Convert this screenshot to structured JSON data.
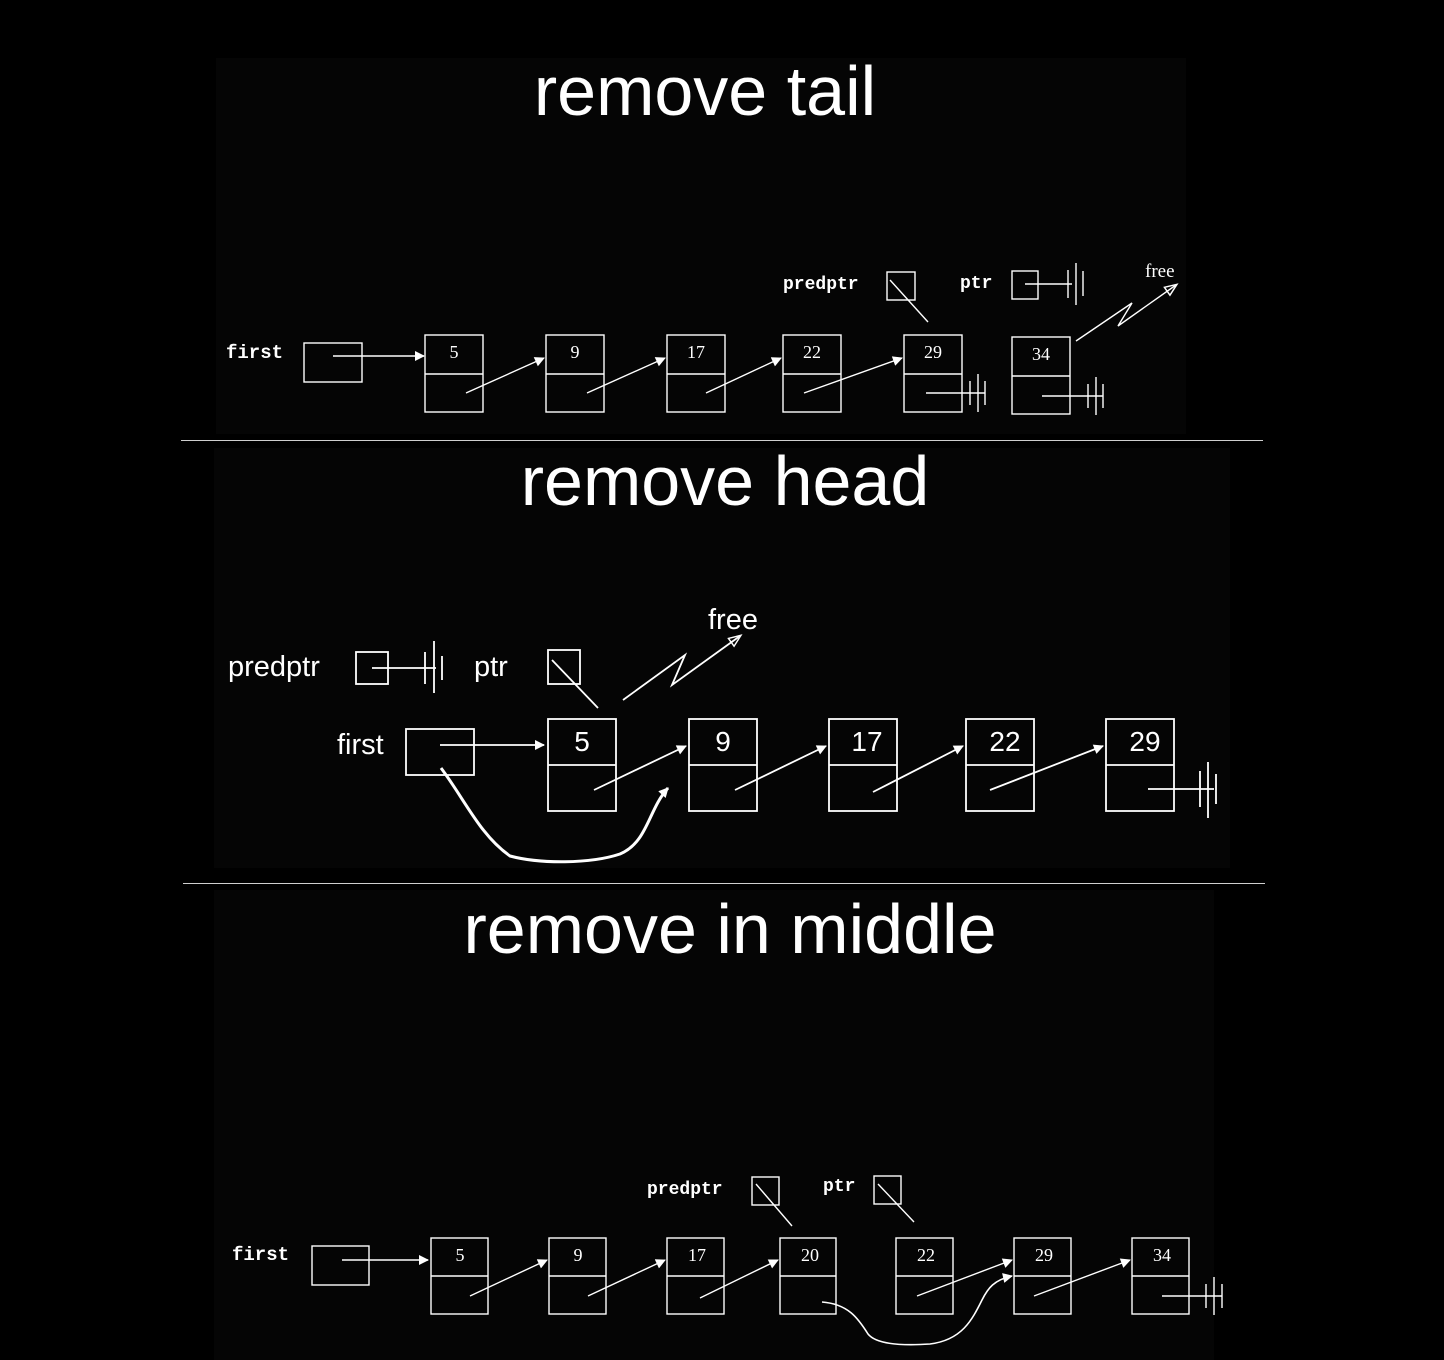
{
  "sections": {
    "tail": {
      "title": "remove tail",
      "first_label": "first",
      "predptr_label": "predptr",
      "ptr_label": "ptr",
      "free_label": "free",
      "nodes": [
        "5",
        "9",
        "17",
        "22",
        "29",
        "34"
      ]
    },
    "head": {
      "title": "remove head",
      "first_label": "first",
      "predptr_label": "predptr",
      "ptr_label": "ptr",
      "free_label": "free",
      "nodes": [
        "5",
        "9",
        "17",
        "22",
        "29"
      ]
    },
    "middle": {
      "title": "remove in middle",
      "first_label": "first",
      "predptr_label": "predptr",
      "ptr_label": "ptr",
      "nodes": [
        "5",
        "9",
        "17",
        "20",
        "22",
        "29",
        "34"
      ]
    }
  }
}
